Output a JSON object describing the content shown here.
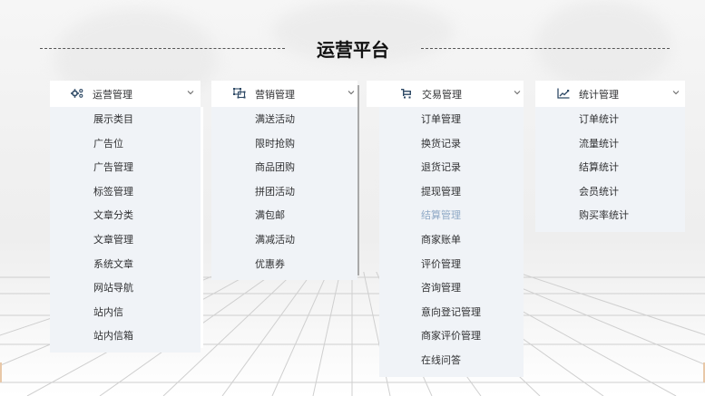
{
  "page": {
    "title": "运营平台"
  },
  "menus": [
    {
      "label": "运营管理",
      "icon": "gears-icon",
      "items": [
        {
          "label": "展示类目"
        },
        {
          "label": "广告位"
        },
        {
          "label": "广告管理"
        },
        {
          "label": "标签管理"
        },
        {
          "label": "文章分类"
        },
        {
          "label": "文章管理"
        },
        {
          "label": "系统文章"
        },
        {
          "label": "网站导航"
        },
        {
          "label": "站内信"
        },
        {
          "label": "站内信箱"
        }
      ]
    },
    {
      "label": "营销管理",
      "icon": "marketing-nodes-icon",
      "items": [
        {
          "label": "满送活动"
        },
        {
          "label": "限时抢购"
        },
        {
          "label": "商品团购"
        },
        {
          "label": "拼团活动"
        },
        {
          "label": "满包邮"
        },
        {
          "label": "满减活动"
        },
        {
          "label": "优惠券"
        }
      ]
    },
    {
      "label": "交易管理",
      "icon": "shopping-cart-icon",
      "items": [
        {
          "label": "订单管理"
        },
        {
          "label": "换货记录"
        },
        {
          "label": "退货记录"
        },
        {
          "label": "提现管理"
        },
        {
          "label": "结算管理",
          "active": true
        },
        {
          "label": "商家账单"
        },
        {
          "label": "评价管理"
        },
        {
          "label": "咨询管理"
        },
        {
          "label": "意向登记管理"
        },
        {
          "label": "商家评价管理"
        },
        {
          "label": "在线问答"
        }
      ]
    },
    {
      "label": "统计管理",
      "icon": "line-chart-icon",
      "items": [
        {
          "label": "订单统计"
        },
        {
          "label": "流量统计"
        },
        {
          "label": "结算统计"
        },
        {
          "label": "会员统计"
        },
        {
          "label": "购买率统计"
        }
      ]
    }
  ],
  "colors": {
    "title": "#111111",
    "text": "#303133",
    "active_item": "#8fa9c6",
    "menu_body_bg": "#f0f3f7",
    "icon": "#2f4a66"
  }
}
